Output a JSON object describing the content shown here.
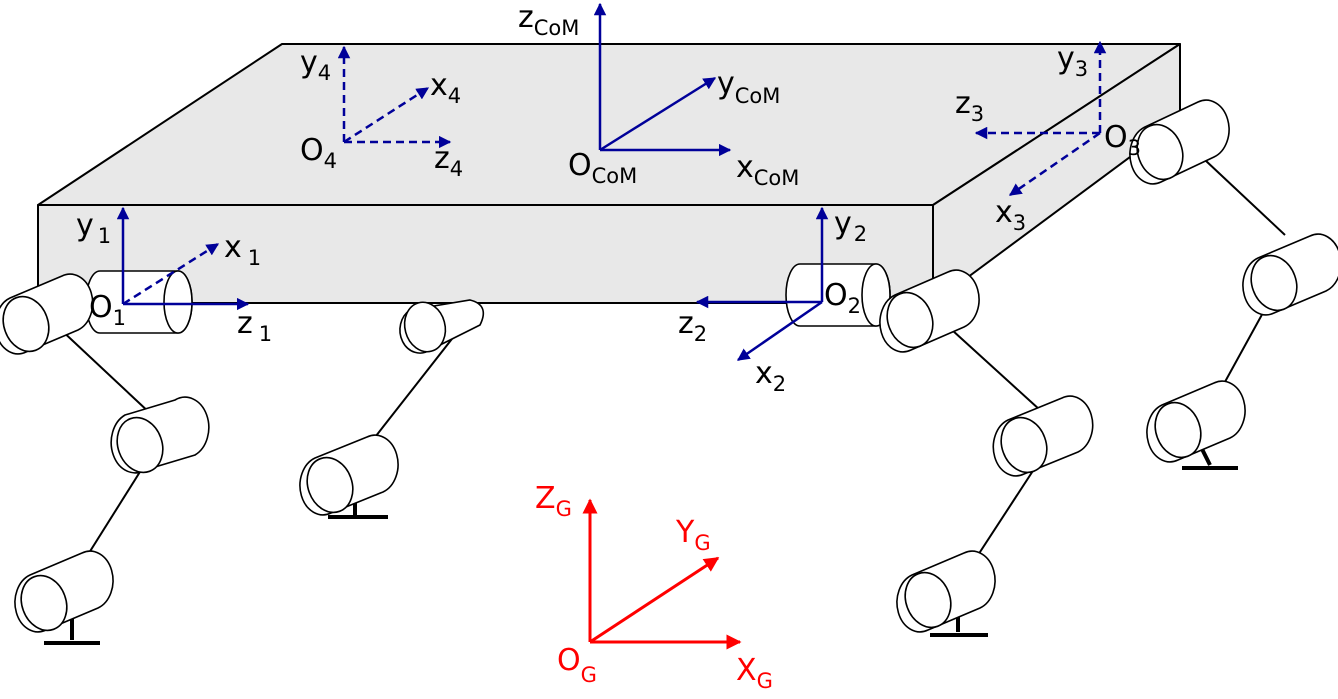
{
  "frames": {
    "com": {
      "origin": "O",
      "origin_sub": "CoM",
      "x": "x",
      "x_sub": "CoM",
      "y": "y",
      "y_sub": "CoM",
      "z": "z",
      "z_sub": "CoM"
    },
    "leg1": {
      "origin": "O",
      "origin_sub": "1",
      "x": "x",
      "x_sub": "1",
      "y": "y",
      "y_sub": "1",
      "z": "z",
      "z_sub": "1"
    },
    "leg2": {
      "origin": "O",
      "origin_sub": "2",
      "x": "x",
      "x_sub": "2",
      "y": "y",
      "y_sub": "2",
      "z": "z",
      "z_sub": "2"
    },
    "leg3": {
      "origin": "O",
      "origin_sub": "3",
      "x": "x",
      "x_sub": "3",
      "y": "y",
      "y_sub": "3",
      "z": "z",
      "z_sub": "3"
    },
    "leg4": {
      "origin": "O",
      "origin_sub": "4",
      "x": "x",
      "x_sub": "4",
      "y": "y",
      "y_sub": "4",
      "z": "z",
      "z_sub": "4"
    },
    "ground": {
      "origin": "O",
      "origin_sub": "G",
      "x": "X",
      "x_sub": "G",
      "y": "Y",
      "y_sub": "G",
      "z": "Z",
      "z_sub": "G"
    }
  },
  "colors": {
    "body_frames": "#000099",
    "ground_frame": "#ff0000",
    "body_fill": "#e8e8e8"
  }
}
